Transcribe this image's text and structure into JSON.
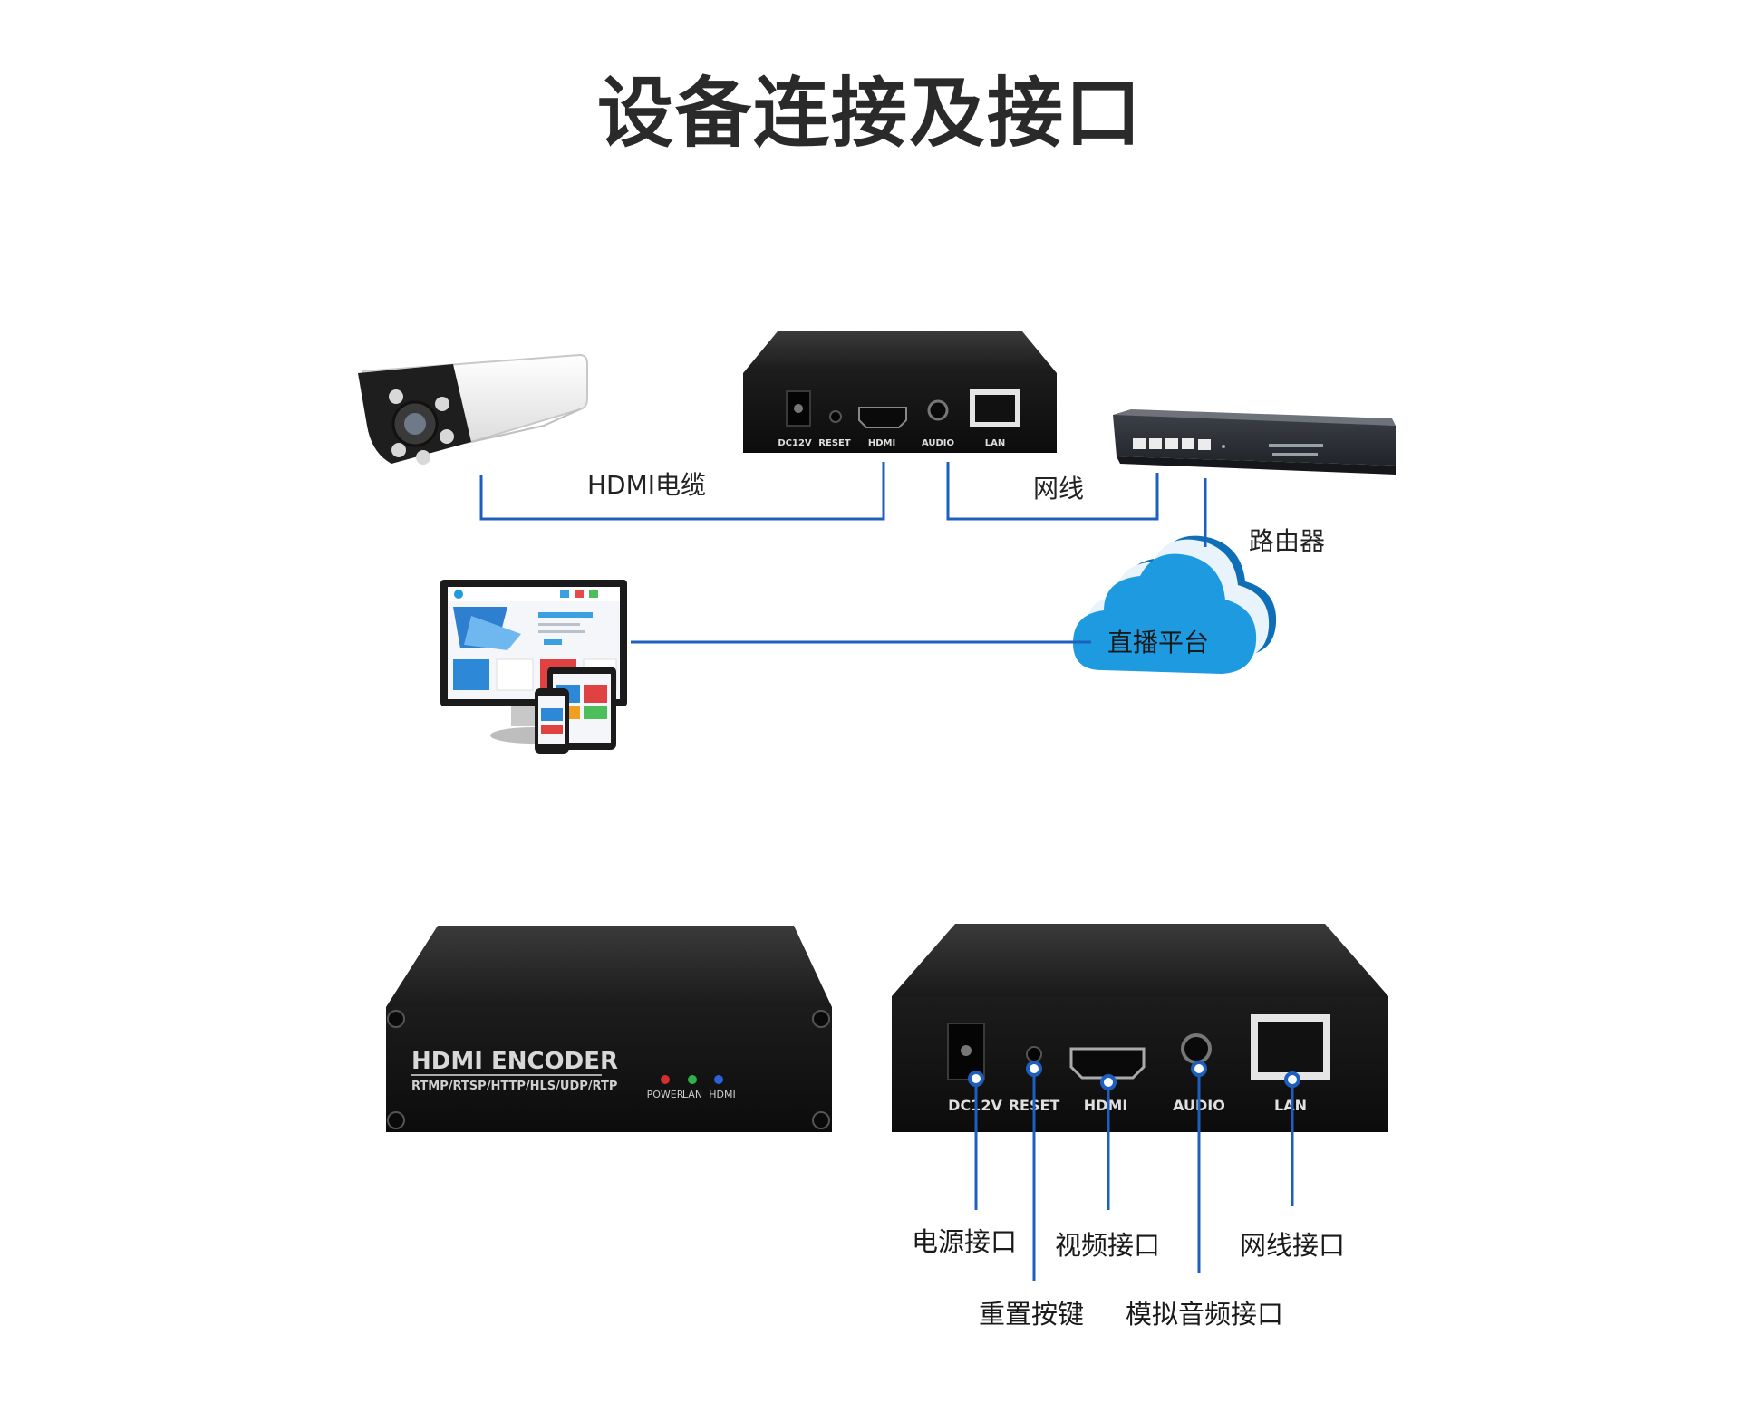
{
  "title": "设备连接及接口",
  "diagram": {
    "link_labels": {
      "hdmi_cable": "HDMI电缆",
      "network_cable": "网线",
      "router": "路由器",
      "platform": "直播平台"
    },
    "device_ports": [
      "DC12V",
      "RESET",
      "HDMI",
      "AUDIO",
      "LAN"
    ],
    "front_panel": {
      "brand": "HDMI ENCODER",
      "protocols": "RTMP/RTSP/HTTP/HLS/UDP/RTP",
      "leds": [
        "POWER",
        "LAN",
        "HDMI"
      ]
    },
    "callouts": {
      "power": "电源接口",
      "reset": "重置按键",
      "video": "视频接口",
      "audio": "模拟音频接口",
      "network": "网线接口"
    },
    "colors": {
      "line": "#1d5fbf",
      "cloud": "#1e9be0",
      "device": "#141414"
    }
  }
}
